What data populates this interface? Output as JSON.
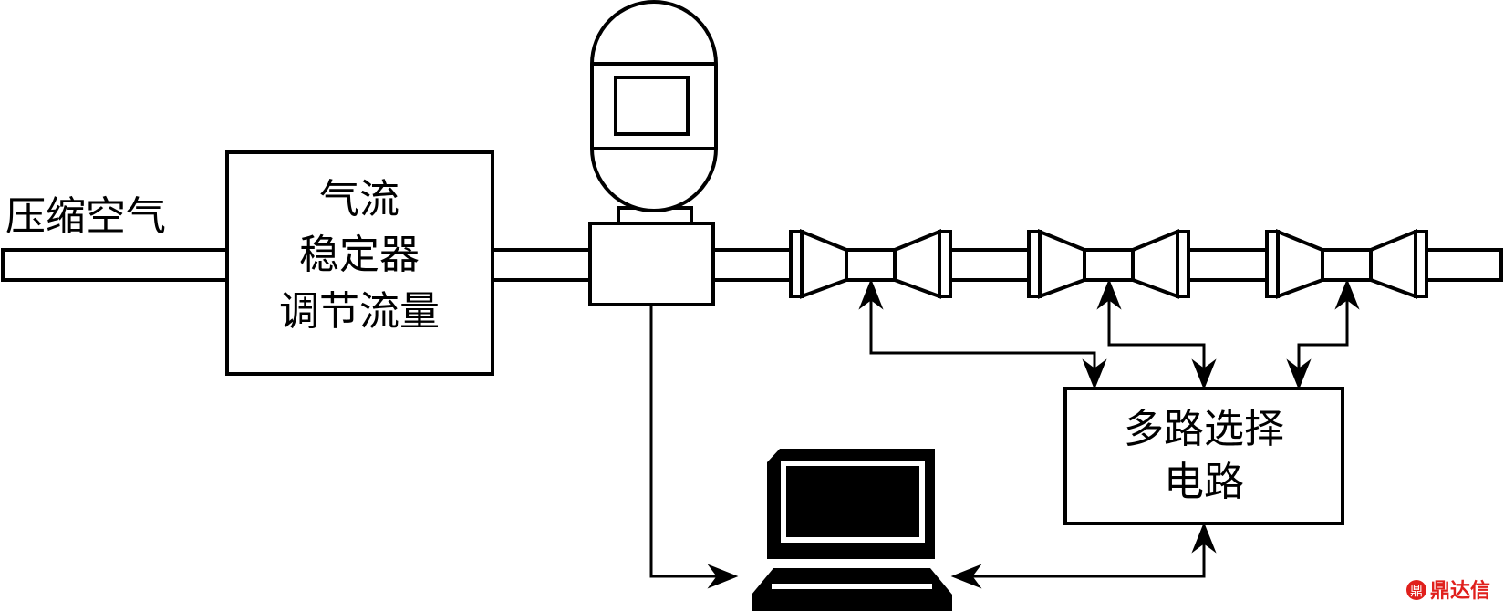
{
  "labels": {
    "input": "压缩空气",
    "stabilizer": [
      "气流",
      "稳定器",
      "调节流量"
    ],
    "mux": [
      "多路选择",
      "电路"
    ]
  },
  "watermark": "鼎达信",
  "colors": {
    "line": "#000000",
    "background": "#ffffff",
    "watermark": "#e0201c"
  }
}
